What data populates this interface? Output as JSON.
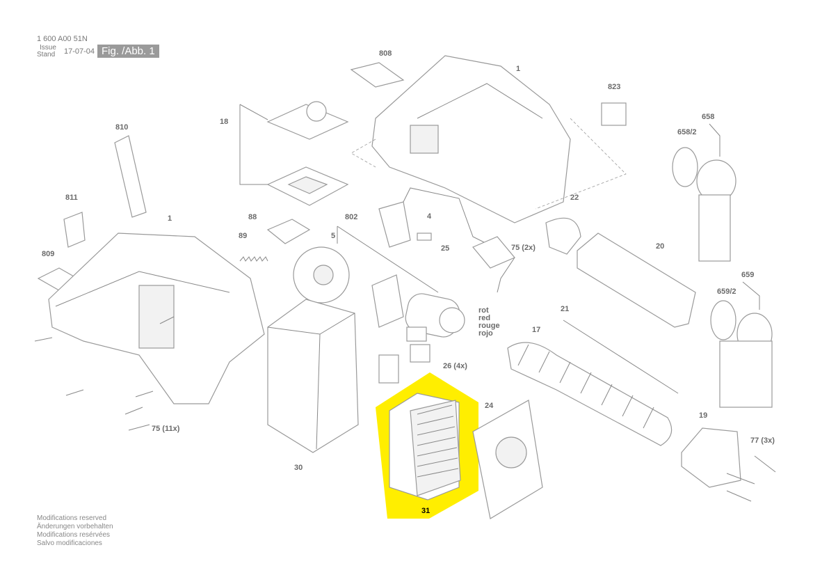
{
  "header": {
    "part_number": "1 600 A00 51N",
    "issue_label": "Issue",
    "stand_label": "Stand",
    "date": "17-07-04",
    "figure": "Fig. /Abb. 1"
  },
  "notes": [
    "Modifications reserved",
    "Änderungen vorbehalten",
    "Modifications resérvées",
    "Salvo modificaciones"
  ],
  "labels": [
    "808",
    "1",
    "823",
    "658",
    "658/2",
    "18",
    "810",
    "811",
    "1",
    "88",
    "802",
    "4",
    "22",
    "89",
    "5",
    "25",
    "75 (2x)",
    "20",
    "809",
    "659",
    "659/2",
    "21",
    "17",
    "26 (4x)",
    "24",
    "19",
    "77 (3x)",
    "75 (11x)",
    "30",
    "31"
  ],
  "wire_colors": [
    "rot",
    "red",
    "rouge",
    "rojo"
  ],
  "highlight": {
    "part": "31",
    "color": "#ffee00"
  }
}
